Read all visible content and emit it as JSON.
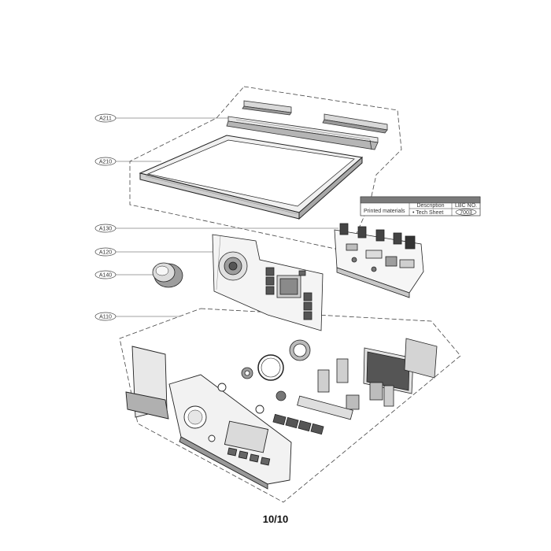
{
  "callouts": [
    {
      "id": "A211"
    },
    {
      "id": "A210"
    },
    {
      "id": "A130"
    },
    {
      "id": "A120"
    },
    {
      "id": "A140"
    },
    {
      "id": "A110"
    }
  ],
  "printed_materials_table": {
    "row_label": "Printed materials",
    "col_description": "Description",
    "col_lbc_no": "LBC NO.",
    "item_description": "• Tech Sheet",
    "item_code": "7003"
  },
  "page_number": "10/10"
}
